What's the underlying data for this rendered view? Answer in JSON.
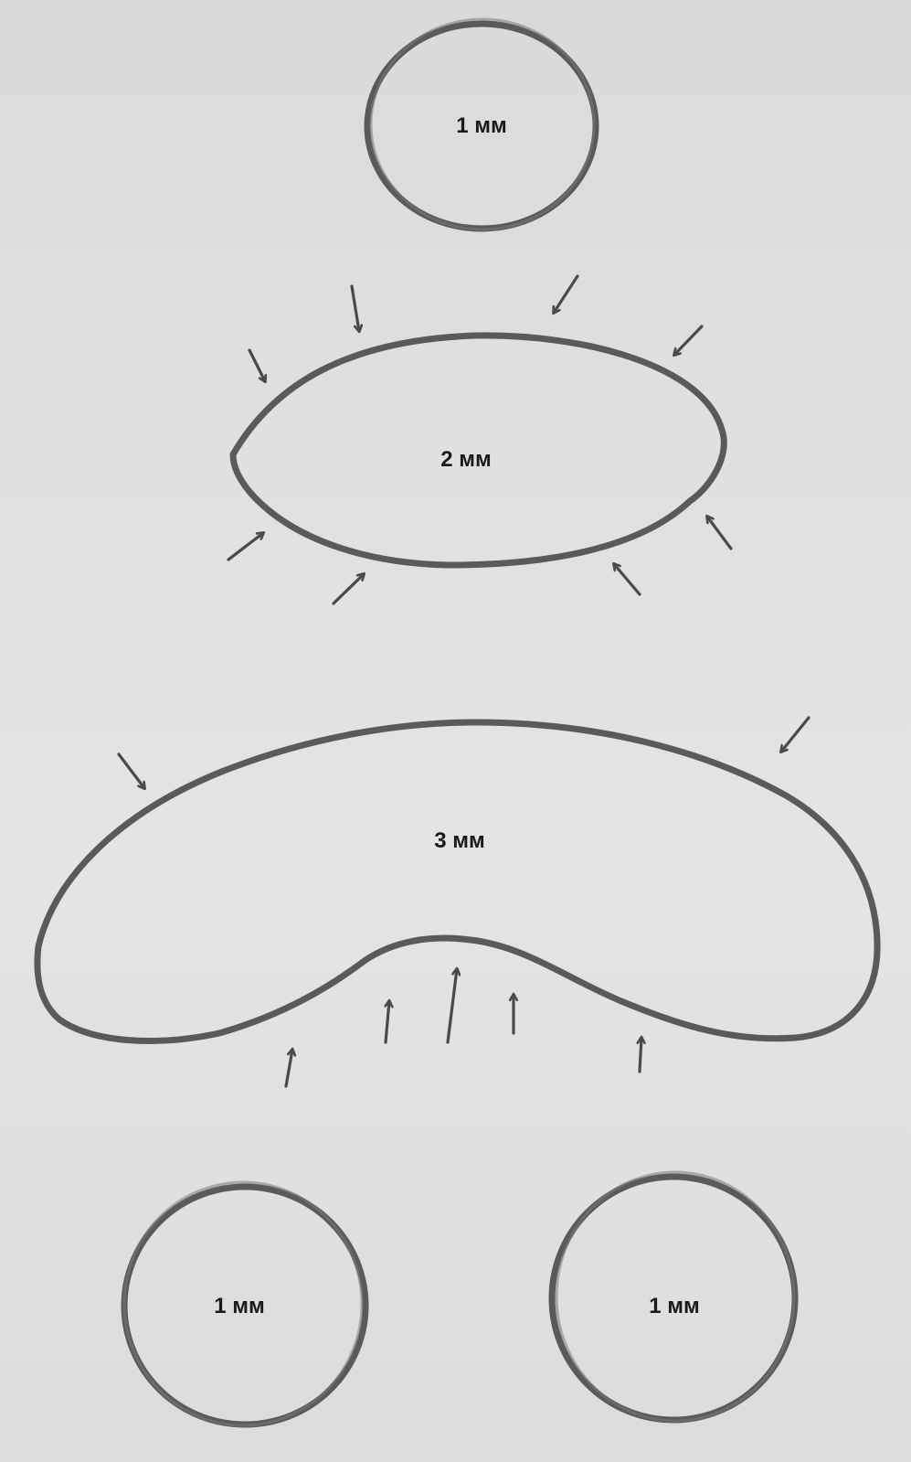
{
  "labels": {
    "top_circle": "1 мм",
    "ellipse": "2 мм",
    "kidney": "3 мм",
    "bottom_left_circle": "1 мм",
    "bottom_right_circle": "1 мм"
  },
  "colors": {
    "paper": "#dedede",
    "pencil": "#5a5a5a",
    "text": "#1a1a1a"
  }
}
